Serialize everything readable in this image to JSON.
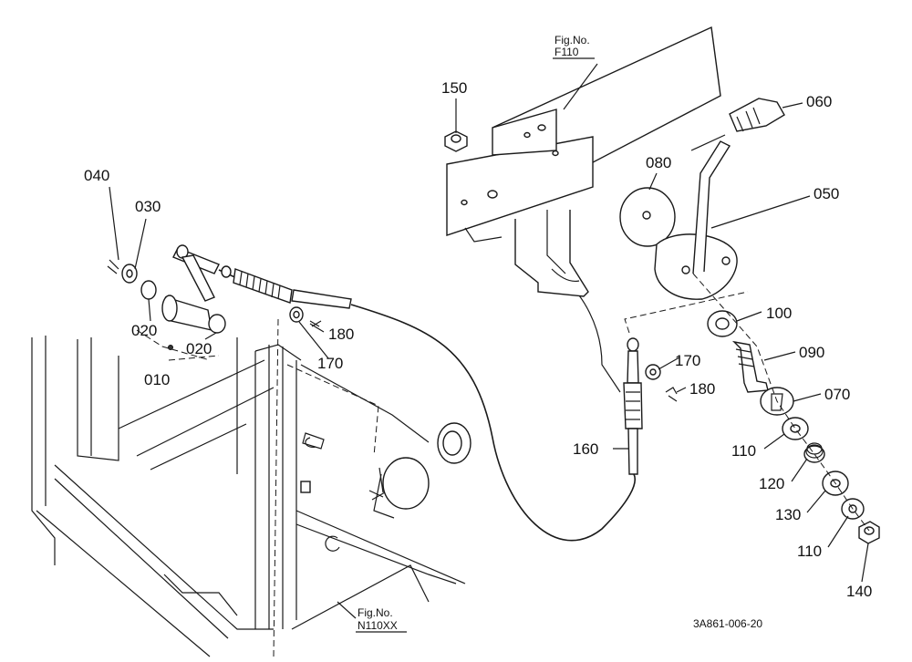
{
  "figure_refs": {
    "top": {
      "line1": "Fig.No.",
      "line2": "F110"
    },
    "bottom": {
      "line1": "Fig.No.",
      "line2": "N110XX"
    }
  },
  "labels": {
    "p040": "040",
    "p030": "030",
    "p020a": "020",
    "p020b": "020",
    "p010": "010",
    "p170a": "170",
    "p180a": "180",
    "p150": "150",
    "p080": "080",
    "p060": "060",
    "p050": "050",
    "p100": "100",
    "p090": "090",
    "p170b": "170",
    "p180b": "180",
    "p070": "070",
    "p160": "160",
    "p110a": "110",
    "p120": "120",
    "p130": "130",
    "p110b": "110",
    "p140": "140"
  },
  "drawing_code": "3A861-006-20"
}
